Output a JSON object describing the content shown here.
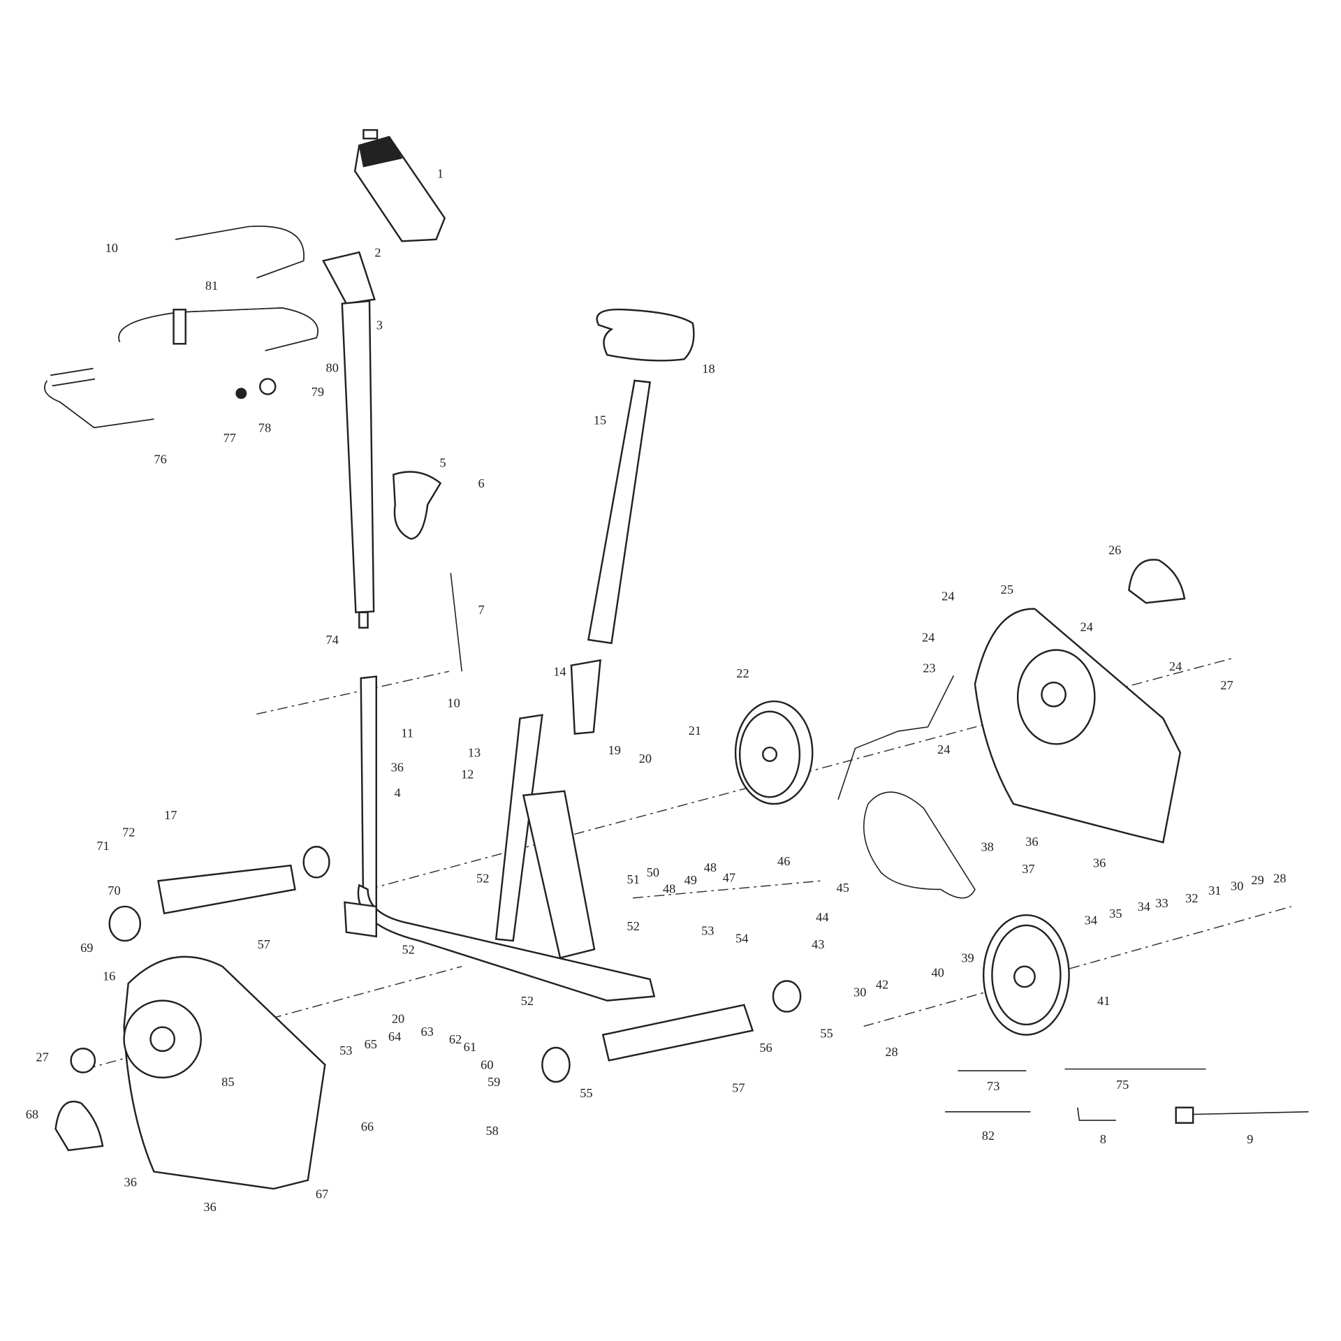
{
  "diagram": {
    "title": "Exercise bike exploded parts diagram",
    "labels": {
      "p1": "1",
      "p2": "2",
      "p3": "3",
      "p4": "4",
      "p5": "5",
      "p6": "6",
      "p7": "7",
      "p8": "8",
      "p9": "9",
      "p10a": "10",
      "p10b": "10",
      "p11": "11",
      "p12": "12",
      "p13": "13",
      "p14": "14",
      "p15": "15",
      "p16": "16",
      "p17": "17",
      "p18": "18",
      "p19": "19",
      "p20a": "20",
      "p20b": "20",
      "p21": "21",
      "p22": "22",
      "p23": "23",
      "p24a": "24",
      "p24b": "24",
      "p24c": "24",
      "p24d": "24",
      "p24e": "24",
      "p25": "25",
      "p26": "26",
      "p27a": "27",
      "p27b": "27",
      "p28a": "28",
      "p28b": "28",
      "p29": "29",
      "p30a": "30",
      "p30b": "30",
      "p31": "31",
      "p32": "32",
      "p33": "33",
      "p34a": "34",
      "p34b": "34",
      "p35": "35",
      "p36a": "36",
      "p36b": "36",
      "p36c": "36",
      "p36d": "36",
      "p36e": "36",
      "p37": "37",
      "p38": "38",
      "p39": "39",
      "p40": "40",
      "p41": "41",
      "p42": "42",
      "p43": "43",
      "p44": "44",
      "p45": "45",
      "p46": "46",
      "p47": "47",
      "p48a": "48",
      "p48b": "48",
      "p49": "49",
      "p50": "50",
      "p51": "51",
      "p52a": "52",
      "p52b": "52",
      "p52c": "52",
      "p52d": "52",
      "p53a": "53",
      "p53b": "53",
      "p54": "54",
      "p55a": "55",
      "p55b": "55",
      "p56": "56",
      "p57a": "57",
      "p57b": "57",
      "p58": "58",
      "p59": "59",
      "p60": "60",
      "p61": "61",
      "p62": "62",
      "p63": "63",
      "p64": "64",
      "p65": "65",
      "p66": "66",
      "p67": "67",
      "p68": "68",
      "p69": "69",
      "p70": "70",
      "p71": "71",
      "p72": "72",
      "p73": "73",
      "p74": "74",
      "p75": "75",
      "p76": "76",
      "p77": "77",
      "p78": "78",
      "p79": "79",
      "p80": "80",
      "p81": "81",
      "p82": "82",
      "p85": "85"
    }
  }
}
